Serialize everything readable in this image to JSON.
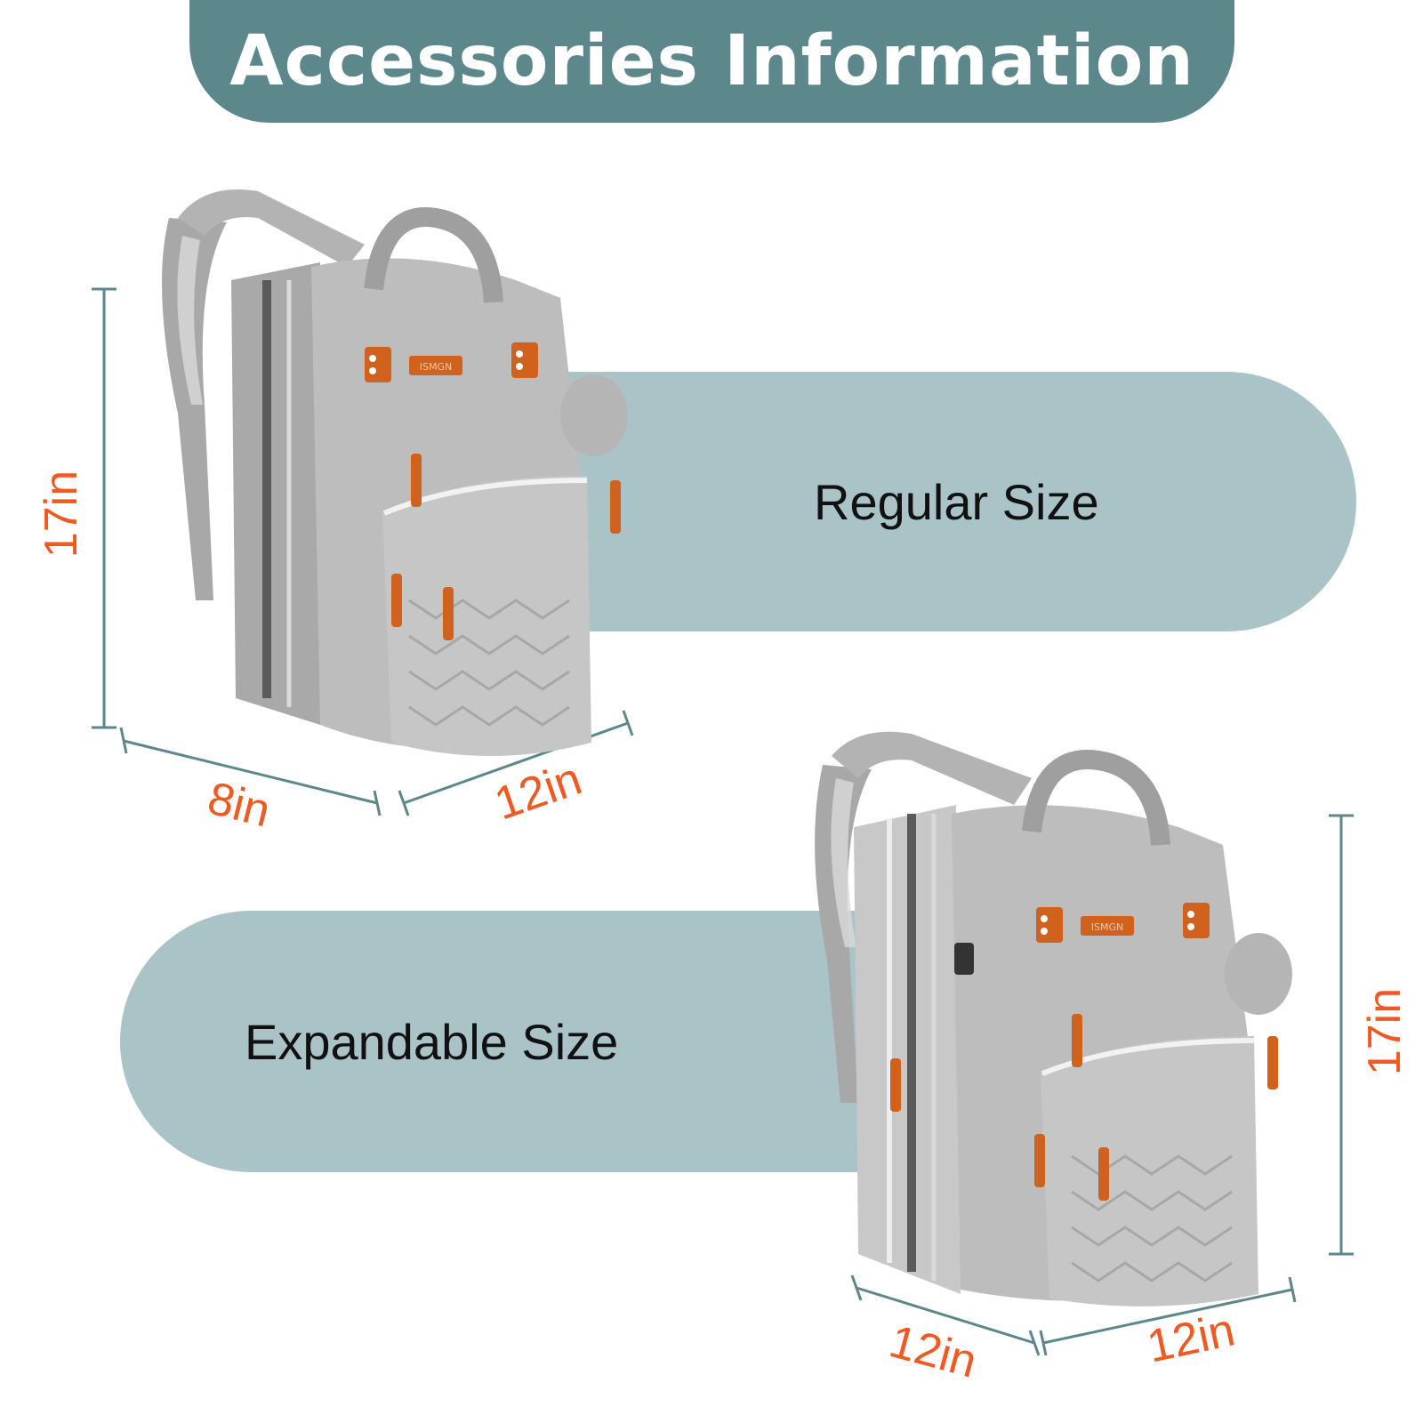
{
  "header": {
    "title": "Accessories Information"
  },
  "regular": {
    "label": "Regular Size",
    "height": "17in",
    "depth": "8in",
    "width": "12in"
  },
  "expandable": {
    "label": "Expandable Size",
    "height": "17in",
    "depth": "12in",
    "width": "12in"
  },
  "brand_tag": "ISMGN",
  "colors": {
    "banner": "#5c878b",
    "pill": "#a9c3c6",
    "dimension_text": "#f05a22",
    "dimension_line": "#5c878b",
    "bag_gray": "#b9b9b9",
    "accent_orange": "#d0621e"
  }
}
